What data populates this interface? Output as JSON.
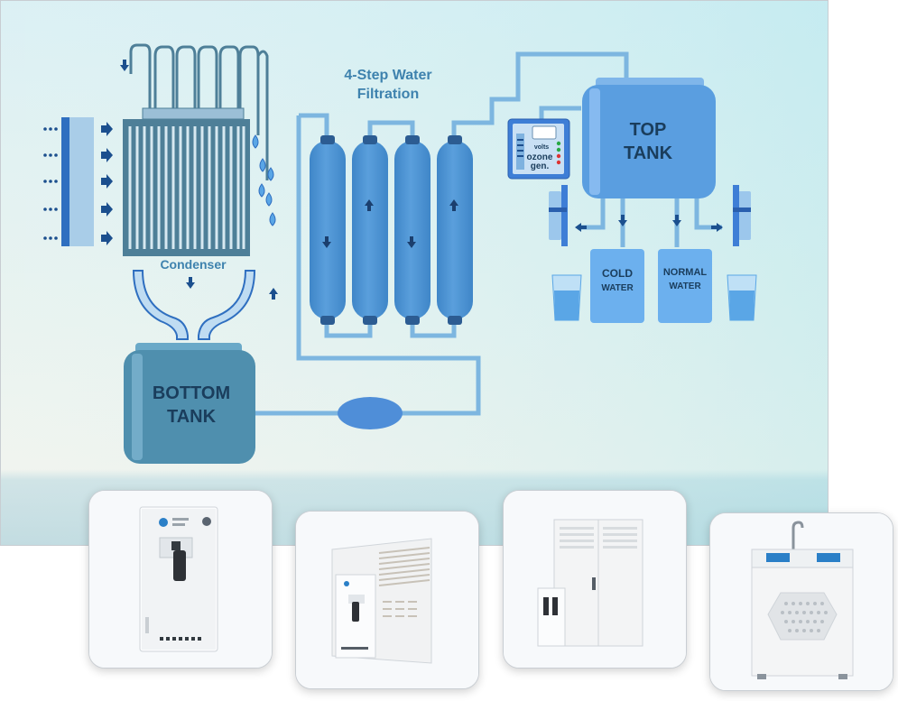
{
  "diagram": {
    "title_line1": "4-Step Water",
    "title_line2": "Filtration",
    "condenser_label": "Condenser",
    "bottom_tank_line1": "BOTTOM",
    "bottom_tank_line2": "TANK",
    "top_tank_line1": "TOP",
    "top_tank_line2": "TANK",
    "cold_water_line1": "COLD",
    "cold_water_line2": "WATER",
    "normal_water_line1": "NORMAL",
    "normal_water_line2": "WATER",
    "ozone_volts": "volts",
    "ozone_line1": "ozone",
    "ozone_line2": "gen."
  },
  "colors": {
    "pipe": "#7db6e0",
    "tank_top": "#5a9ee0",
    "tank_bottom": "#4f8fae",
    "label_dark": "#1a3d5c",
    "accent_text": "#3e82ae"
  },
  "products": [
    {
      "name": "wall-dispenser"
    },
    {
      "name": "wall-unit-with-vent"
    },
    {
      "name": "cabinet-unit"
    },
    {
      "name": "floor-unit"
    }
  ]
}
